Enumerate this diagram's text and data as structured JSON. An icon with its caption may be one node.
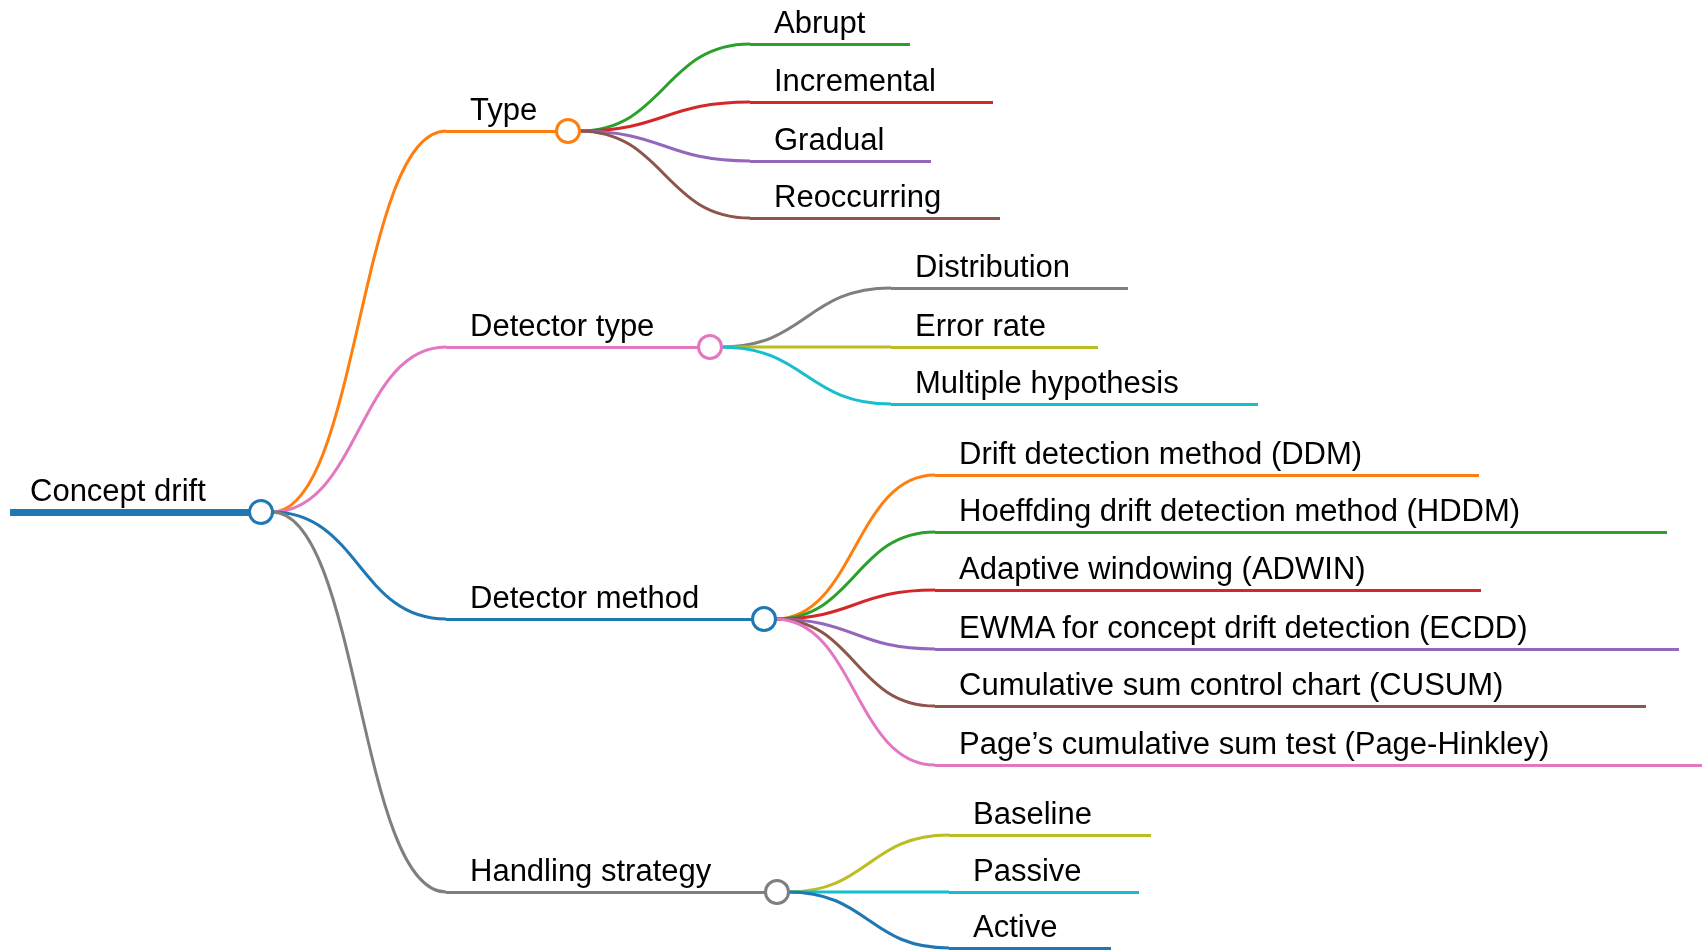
{
  "diagram": {
    "nodes": [
      {
        "text": [
          "Concept drift"
        ]
      },
      {
        "text": [
          "Type"
        ]
      },
      {
        "text": [
          "Abrupt"
        ]
      },
      {
        "text": [
          "Incremental"
        ]
      },
      {
        "text": [
          "Gradual"
        ]
      },
      {
        "text": [
          "Reoccurring"
        ]
      },
      {
        "text": [
          "Detector type"
        ]
      },
      {
        "text": [
          "Distribution"
        ]
      },
      {
        "text": [
          "Error rate"
        ]
      },
      {
        "text": [
          "Multiple hypothesis"
        ]
      },
      {
        "text": [
          "Detector method"
        ]
      },
      {
        "text": [
          "Drift detection method (DDM)"
        ]
      },
      {
        "text": [
          "Hoeffding drift detection method (HDDM)"
        ]
      },
      {
        "text": [
          "Adaptive windowing (ADWIN)"
        ]
      },
      {
        "text": [
          "EWMA for concept drift detection (ECDD)"
        ]
      },
      {
        "text": [
          "Cumulative sum control chart (CUSUM)"
        ]
      },
      {
        "text": [
          "Page’s cumulative sum test (Page-Hinkley)"
        ]
      },
      {
        "text": [
          "Handling strategy"
        ]
      },
      {
        "text": [
          "Baseline"
        ]
      },
      {
        "text": [
          "Passive"
        ]
      },
      {
        "text": [
          "Active"
        ]
      }
    ],
    "edges": [
      {
        "from": 0,
        "to": 1,
        "arrow": "none",
        "color": "#ff7f0e"
      },
      {
        "from": 1,
        "to": 2,
        "arrow": "none",
        "color": "#2ca02c"
      },
      {
        "from": 1,
        "to": 3,
        "arrow": "none",
        "color": "#d62728"
      },
      {
        "from": 1,
        "to": 4,
        "arrow": "none",
        "color": "#9467bd"
      },
      {
        "from": 1,
        "to": 5,
        "arrow": "none",
        "color": "#8c564b"
      },
      {
        "from": 0,
        "to": 6,
        "arrow": "none",
        "color": "#e377c2"
      },
      {
        "from": 6,
        "to": 7,
        "arrow": "none",
        "color": "#7f7f7f"
      },
      {
        "from": 6,
        "to": 8,
        "arrow": "none",
        "color": "#bcbd22"
      },
      {
        "from": 6,
        "to": 9,
        "arrow": "none",
        "color": "#17becf"
      },
      {
        "from": 0,
        "to": 10,
        "arrow": "none",
        "color": "#1f77b4"
      },
      {
        "from": 10,
        "to": 11,
        "arrow": "none",
        "color": "#ff7f0e"
      },
      {
        "from": 10,
        "to": 12,
        "arrow": "none",
        "color": "#2ca02c"
      },
      {
        "from": 10,
        "to": 13,
        "arrow": "none",
        "color": "#d62728"
      },
      {
        "from": 10,
        "to": 14,
        "arrow": "none",
        "color": "#9467bd"
      },
      {
        "from": 10,
        "to": 15,
        "arrow": "none",
        "color": "#8c564b"
      },
      {
        "from": 10,
        "to": 16,
        "arrow": "none",
        "color": "#e377c2"
      },
      {
        "from": 0,
        "to": 17,
        "arrow": "none",
        "color": "#7f7f7f"
      },
      {
        "from": 17,
        "to": 18,
        "arrow": "none",
        "color": "#bcbd22"
      },
      {
        "from": 17,
        "to": 19,
        "arrow": "none",
        "color": "#17becf"
      },
      {
        "from": 17,
        "to": 20,
        "arrow": "none",
        "color": "#1f77b4"
      }
    ]
  }
}
